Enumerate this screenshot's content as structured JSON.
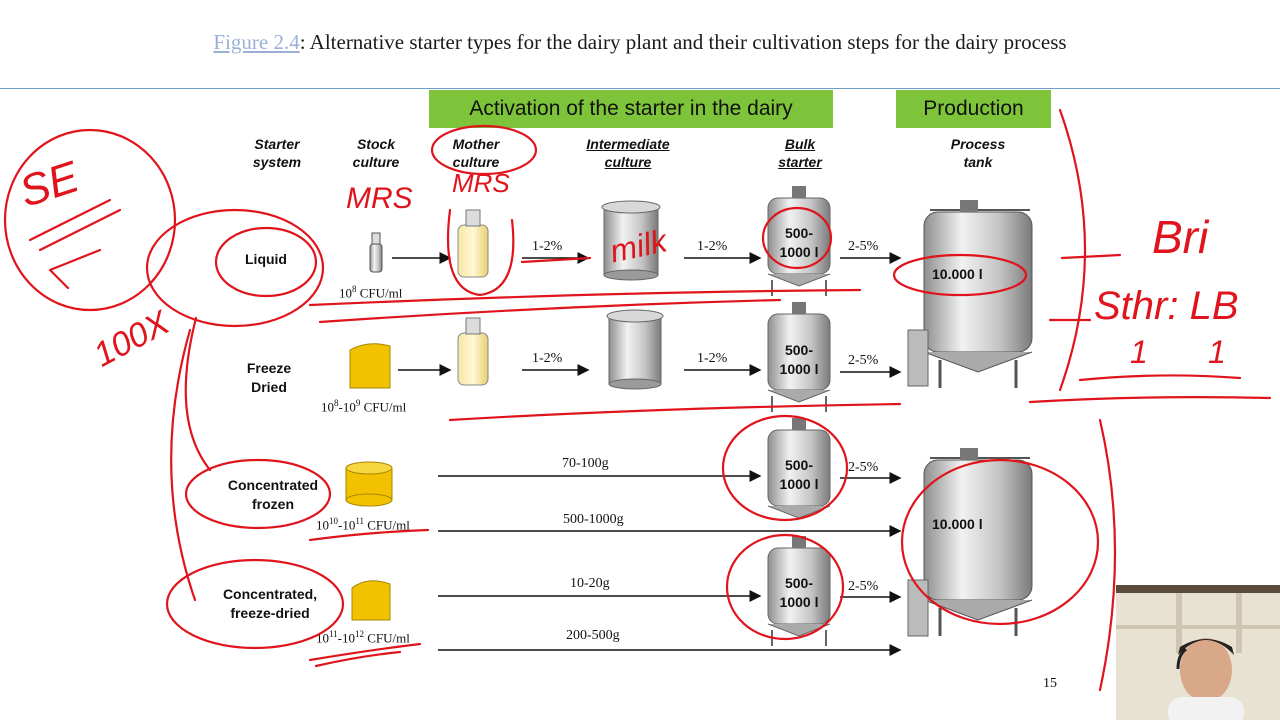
{
  "caption": {
    "figure_ref": "Figure 2.4",
    "text": ": Alternative starter types for the dairy plant and their cultivation steps for the dairy process"
  },
  "banners": {
    "activation": "Activation of the starter in the dairy",
    "production": "Production"
  },
  "column_headers": {
    "starter_system": [
      "Starter",
      "system"
    ],
    "stock_culture": [
      "Stock",
      "culture"
    ],
    "mother_culture": [
      "Mother",
      "culture"
    ],
    "intermediate_culture": [
      "Intermediate",
      "culture"
    ],
    "bulk_starter": [
      "Bulk",
      "starter"
    ],
    "process_tank": [
      "Process",
      "tank"
    ]
  },
  "rows": [
    {
      "label": [
        "Liquid"
      ],
      "cfu_base": "10",
      "cfu_exp": "8",
      "cfu_tail": " CFU/ml",
      "step1": "1-2%",
      "step2": "1-2%",
      "step3": "2-5%"
    },
    {
      "label": [
        "Freeze",
        "Dried"
      ],
      "cfu_a": "10",
      "cfu_a_exp": "8",
      "cfu_b": "-10",
      "cfu_b_exp": "9",
      "cfu_tail": " CFU/ml",
      "step1": "1-2%",
      "step2": "1-2%",
      "step3": "2-5%"
    },
    {
      "label": [
        "Concentrated",
        "frozen"
      ],
      "cfu_a": "10",
      "cfu_a_exp": "10",
      "cfu_b": "-10",
      "cfu_b_exp": "11",
      "cfu_tail": " CFU/ml",
      "amount_bulk": "70-100g",
      "amount_direct": "500-1000g",
      "step3": "2-5%"
    },
    {
      "label": [
        "Concentrated,",
        "freeze-dried"
      ],
      "cfu_a": "10",
      "cfu_a_exp": "11",
      "cfu_b": "-10",
      "cfu_b_exp": "12",
      "cfu_tail": " CFU/ml",
      "amount_bulk": "10-20g",
      "amount_direct": "200-500g",
      "step3": "2-5%"
    }
  ],
  "bulk_tank_label": [
    "500-",
    "1000 l"
  ],
  "process_tank_label": "10.000 l",
  "annotations": {
    "mrs": "MRS",
    "mrs2": "MRS",
    "milk": "milk",
    "se": "SE",
    "hundred_x": "100X",
    "bri": "Bri",
    "sthr_lb": "Sthr: LB",
    "ratio_left": "1",
    "ratio_right": "1"
  },
  "page_number": "15",
  "colors": {
    "banner": "#7dc43a",
    "ink_red": "#e0141c",
    "culture_yellow": "#f2c200",
    "caption_link": "#9ab0d6"
  }
}
